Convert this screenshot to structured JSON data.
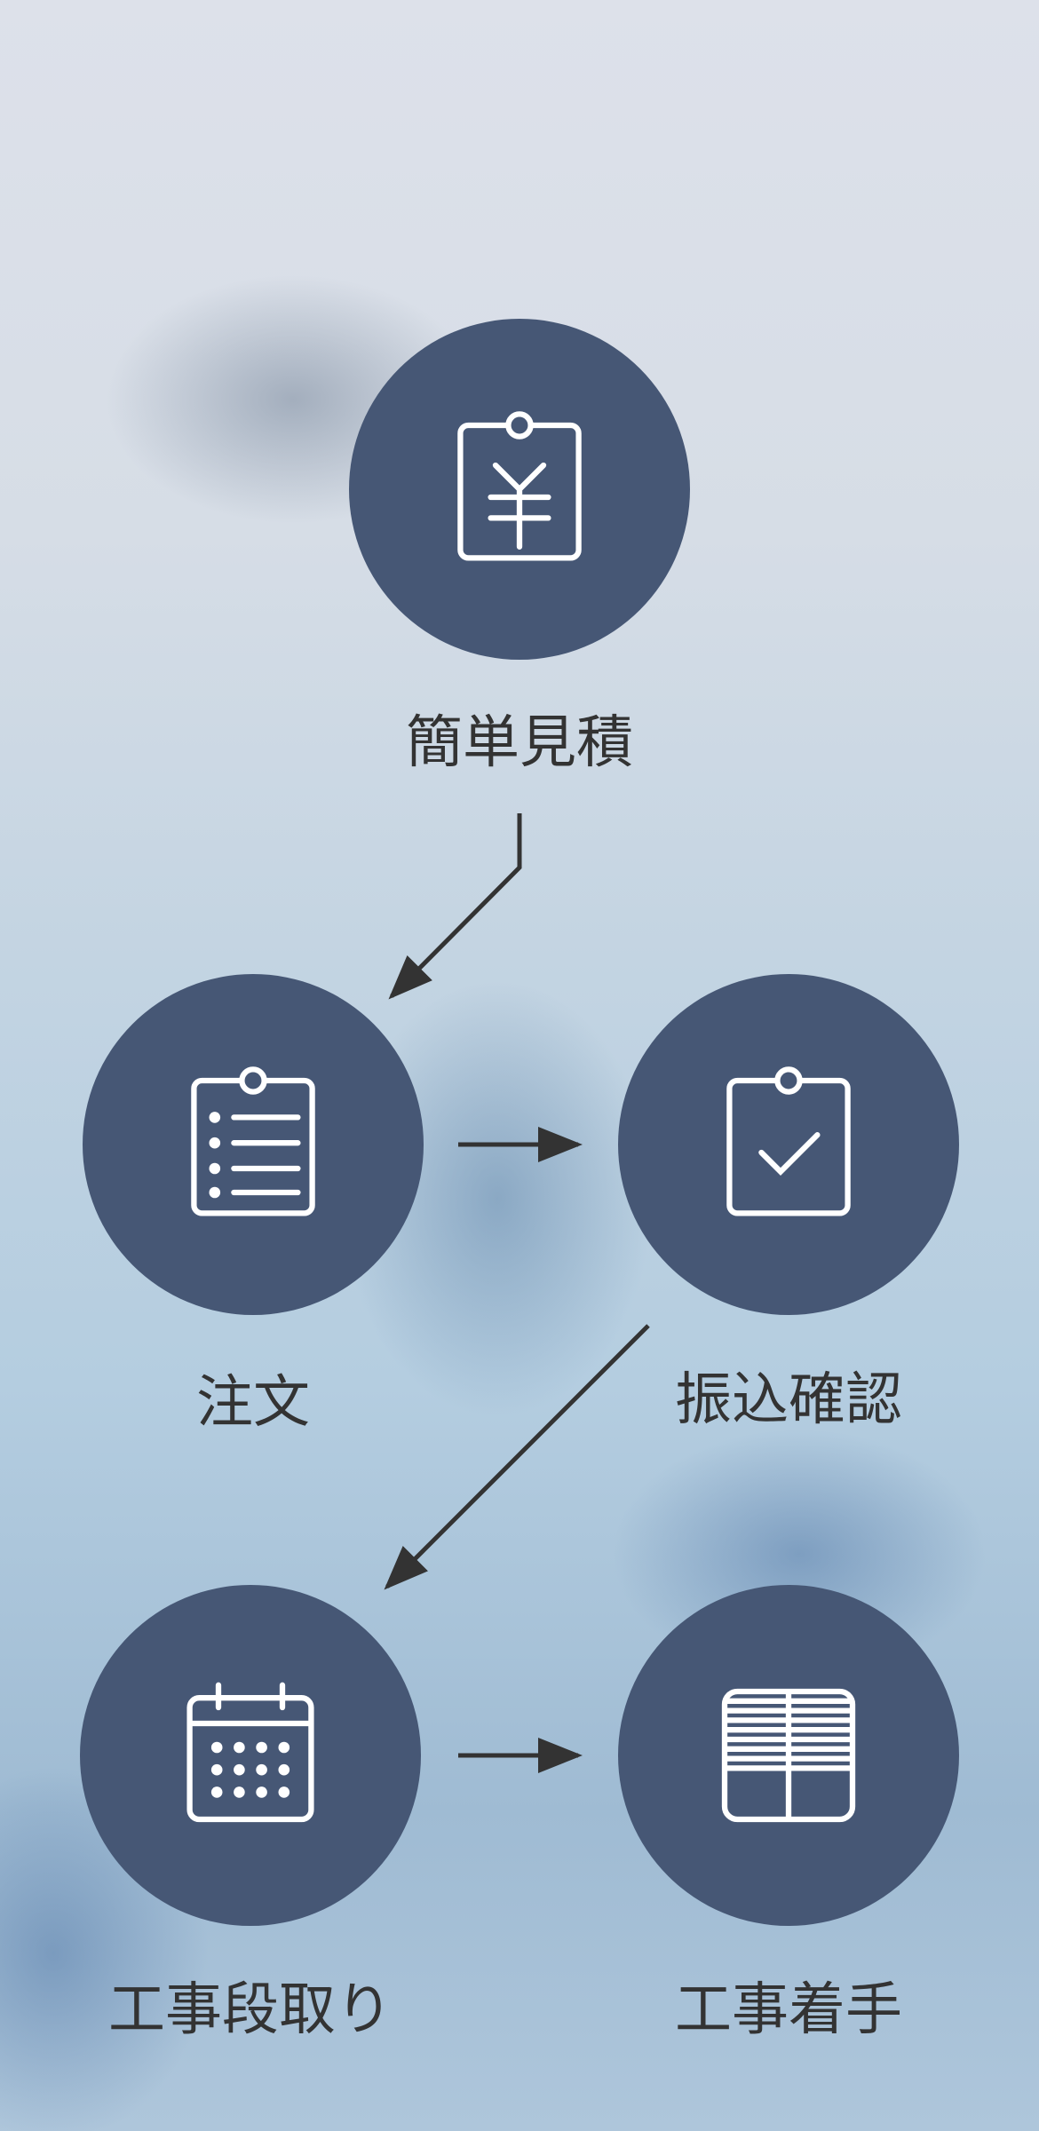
{
  "steps": [
    {
      "label": "簡単見積",
      "icon": "clipboard-yen-icon"
    },
    {
      "label": "注文",
      "icon": "clipboard-list-icon"
    },
    {
      "label": "振込確認",
      "icon": "clipboard-check-icon"
    },
    {
      "label": "工事段取り",
      "icon": "calendar-icon"
    },
    {
      "label": "工事着手",
      "icon": "window-blinds-icon"
    }
  ],
  "colors": {
    "circle": "#465775",
    "arrow": "#333333",
    "icon": "#ffffff"
  }
}
